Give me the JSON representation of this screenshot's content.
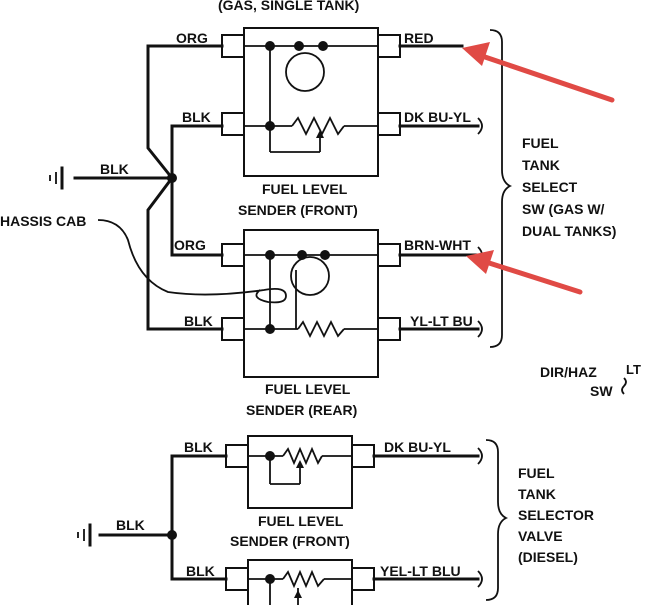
{
  "header": {
    "title_partial": "(GAS, SINGLE TANK)"
  },
  "labels": {
    "org_top": "ORG",
    "red": "RED",
    "blk_top": "BLK",
    "dkbuyl_top": "DK BU-YL",
    "blk_ground": "BLK",
    "sender_front_1": "FUEL LEVEL",
    "sender_front_2": "SENDER (FRONT)",
    "chassis_cab": "HASSIS CAB",
    "org_mid": "ORG",
    "brn_wht": "BRN-WHT",
    "blk_mid": "BLK",
    "yl_ltbu": "YL-LT BU",
    "sender_rear_1": "FUEL LEVEL",
    "sender_rear_2": "SENDER (REAR)",
    "fuel_tank_select_1": "FUEL",
    "fuel_tank_select_2": "TANK",
    "fuel_tank_select_3": "SELECT",
    "fuel_tank_select_4": "SW (GAS W/",
    "fuel_tank_select_5": "DUAL TANKS)",
    "dir_haz_1": "DIR/HAZ",
    "dir_haz_2": "SW",
    "dir_haz_partial": "LT",
    "blk_diesel_top": "BLK",
    "dkbuyl_diesel": "DK BU-YL",
    "blk_diesel_ground": "BLK",
    "diesel_sender_1": "FUEL LEVEL",
    "diesel_sender_2": "SENDER (FRONT)",
    "blk_diesel_bottom": "BLK",
    "yel_ltblu": "YEL-LT BLU",
    "fuel_selector_1": "FUEL",
    "fuel_selector_2": "TANK",
    "fuel_selector_3": "SELECTOR",
    "fuel_selector_4": "VALVE",
    "fuel_selector_5": "(DIESEL)"
  },
  "colors": {
    "annotation_arrow": "#e04a45"
  }
}
